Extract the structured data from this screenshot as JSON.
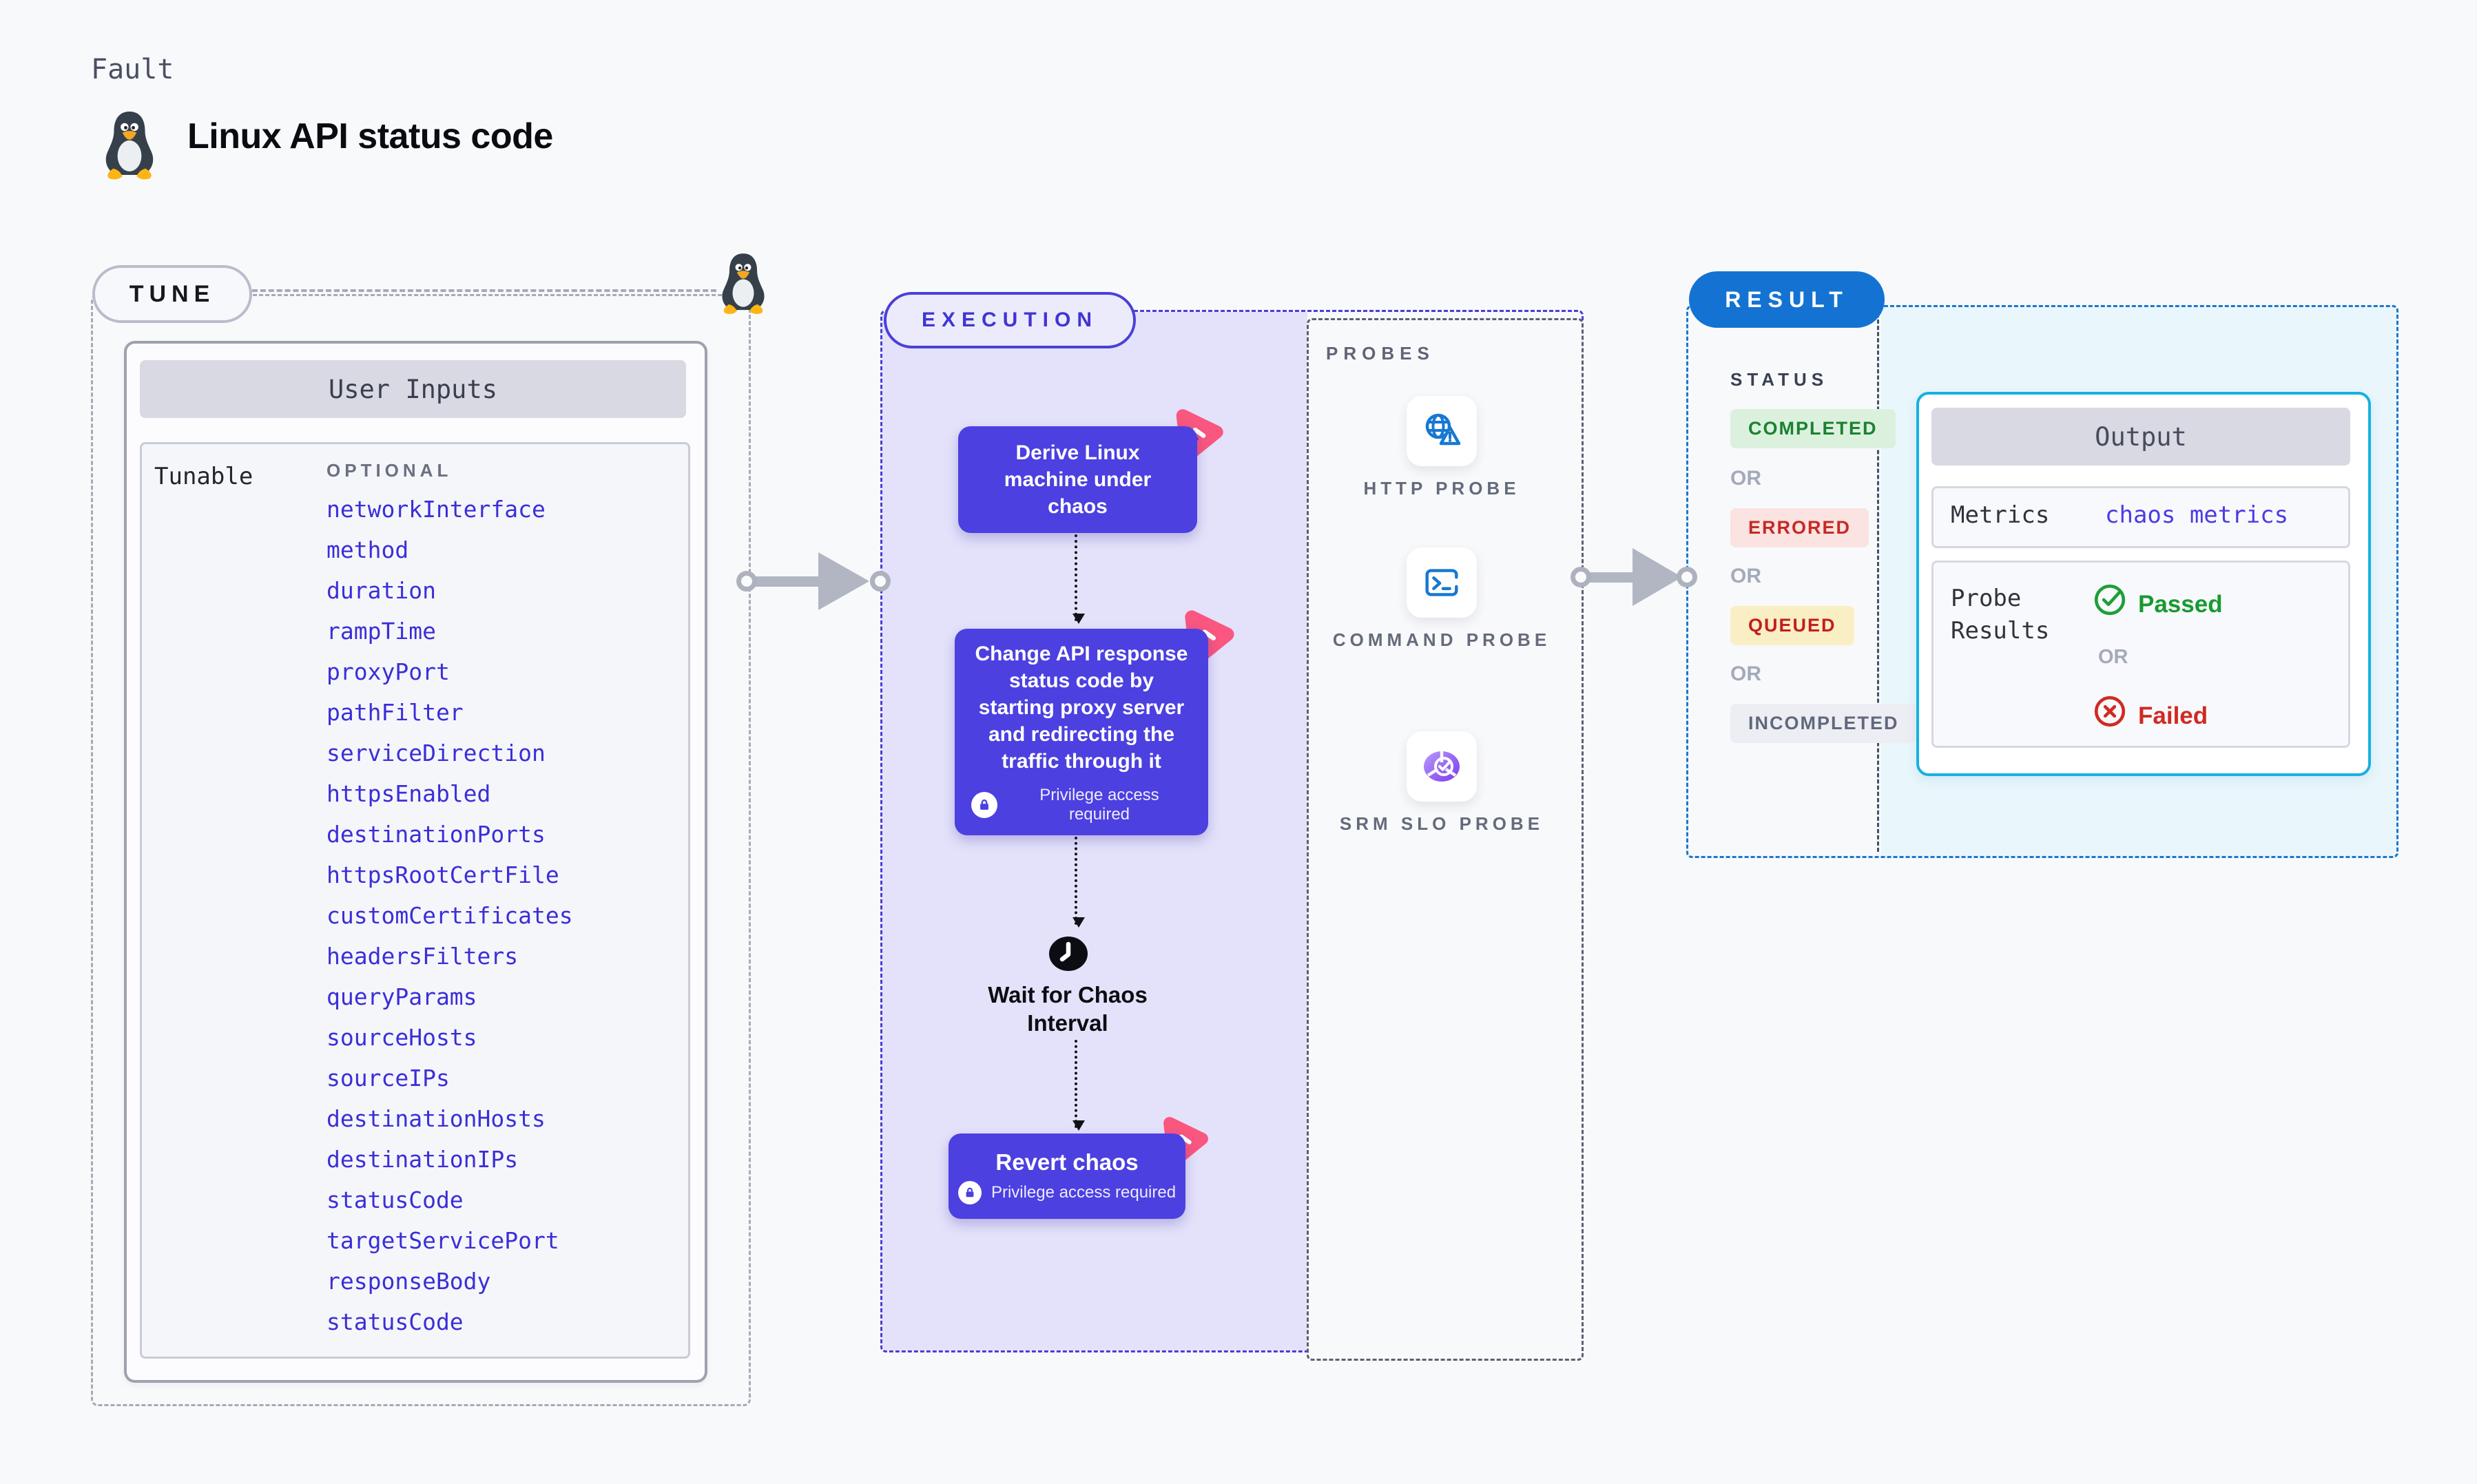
{
  "header": {
    "category_label": "Fault",
    "title": "Linux API status code"
  },
  "tune": {
    "pill_label": "TUNE",
    "card_title": "User Inputs",
    "row_label": "Tunable",
    "column_label": "OPTIONAL",
    "params": [
      "networkInterface",
      "method",
      "duration",
      "rampTime",
      "proxyPort",
      "pathFilter",
      "serviceDirection",
      "httpsEnabled",
      "destinationPorts",
      "httpsRootCertFile",
      "customCertificates",
      "headersFilters",
      "queryParams",
      "sourceHosts",
      "sourceIPs",
      "destinationHosts",
      "destinationIPs",
      "statusCode",
      "targetServicePort",
      "responseBody",
      "statusCode"
    ]
  },
  "execution": {
    "pill_label": "EXECUTION",
    "steps": [
      {
        "title": "Derive Linux machine under chaos",
        "privilege": false
      },
      {
        "title": "Change API response status code by starting proxy server and redirecting the traffic through it",
        "privilege": true
      },
      {
        "title": "Revert chaos",
        "privilege": true
      }
    ],
    "privilege_note": "Privilege access required",
    "wait_label": "Wait for Chaos Interval"
  },
  "probes": {
    "section_label": "PROBES",
    "items": [
      {
        "label": "HTTP PROBE",
        "icon": "globe-alert-icon"
      },
      {
        "label": "COMMAND PROBE",
        "icon": "terminal-icon"
      },
      {
        "label": "SRM SLO PROBE",
        "icon": "slo-pie-check-icon"
      }
    ]
  },
  "result": {
    "pill_label": "RESULT",
    "status_label": "STATUS",
    "or_label": "OR",
    "statuses": [
      {
        "text": "COMPLETED",
        "bg": "#DBF1DE",
        "color": "#1B8130"
      },
      {
        "text": "ERRORED",
        "bg": "#FAE3E1",
        "color": "#C52A24"
      },
      {
        "text": "QUEUED",
        "bg": "#FAEEC5",
        "color": "#C21E1E"
      },
      {
        "text": "INCOMPLETED",
        "bg": "#EDEEF3",
        "color": "#61687D"
      }
    ],
    "output": {
      "title": "Output",
      "metrics_label": "Metrics",
      "metrics_link": "chaos metrics",
      "probe_results_label": "Probe Results",
      "passed_label": "Passed",
      "failed_label": "Failed"
    }
  },
  "colors": {
    "accent_indigo": "#4C40E0",
    "accent_lavender_fill": "#E4E2FA",
    "accent_pink": "#F9577F",
    "accent_blue": "#1473D2",
    "accent_cyan_border": "#16B1E2",
    "accent_cyan_fill": "#E9F6FB",
    "param_link_blue": "#3B2ED8",
    "probe_icon_blue": "#1778D2",
    "passed_green": "#189A32",
    "failed_red": "#D02A22"
  }
}
